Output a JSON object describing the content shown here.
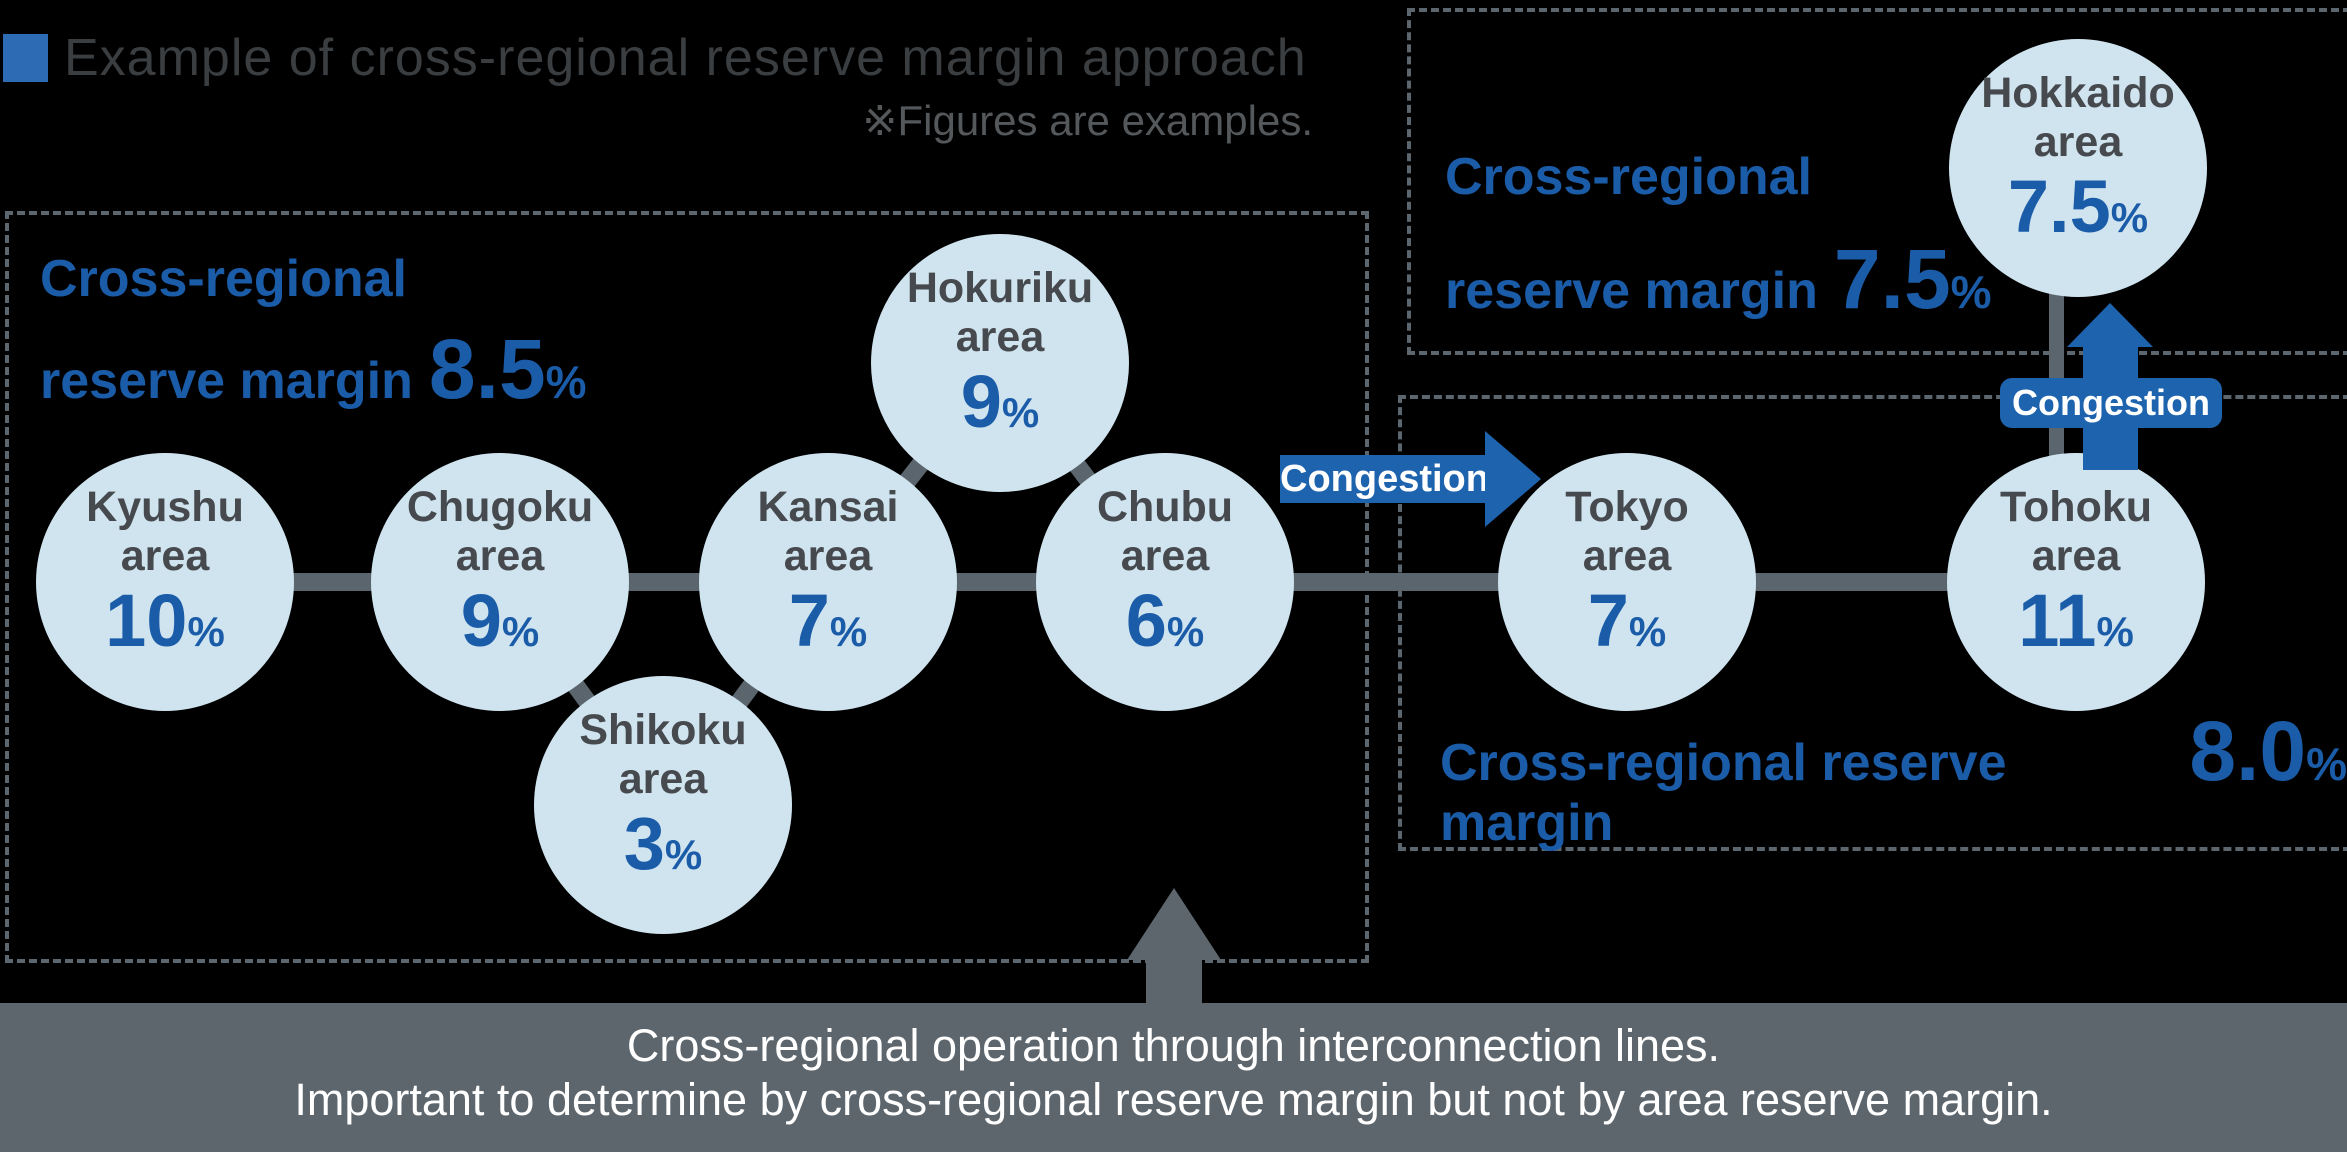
{
  "title": {
    "text": "Example of cross-regional reserve margin approach",
    "note": "※Figures are examples."
  },
  "groups": {
    "west": {
      "label_line1": "Cross-regional",
      "label_line2": "reserve margin",
      "value": "8.5",
      "unit": "%"
    },
    "north": {
      "label_line1": "Cross-regional",
      "label_line2": "reserve margin",
      "value": "7.5",
      "unit": "%"
    },
    "east": {
      "label": "Cross-regional reserve margin",
      "value": "8.0",
      "unit": "%"
    }
  },
  "areas": {
    "kyushu": {
      "name": "Kyushu area",
      "value": "10",
      "unit": "%"
    },
    "chugoku": {
      "name": "Chugoku area",
      "value": "9",
      "unit": "%"
    },
    "shikoku": {
      "name": "Shikoku area",
      "value": "3",
      "unit": "%"
    },
    "kansai": {
      "name": "Kansai area",
      "value": "7",
      "unit": "%"
    },
    "hokuriku": {
      "name": "Hokuriku area",
      "value": "9",
      "unit": "%"
    },
    "chubu": {
      "name": "Chubu area",
      "value": "6",
      "unit": "%"
    },
    "tokyo": {
      "name": "Tokyo area",
      "value": "7",
      "unit": "%"
    },
    "tohoku": {
      "name": "Tohoku area",
      "value": "11",
      "unit": "%"
    },
    "hokkaido": {
      "name": "Hokkaido area",
      "value": "7.5",
      "unit": "%"
    }
  },
  "congestion": {
    "right_label": "Congestion",
    "up_label": "Congestion"
  },
  "footer": {
    "line1": "Cross-regional operation through interconnection lines.",
    "line2": "Important to determine by cross-regional reserve margin but not by area reserve margin."
  },
  "colors": {
    "accent_blue": "#1b5ca9",
    "arrow_blue": "#1e63ae",
    "bullet_blue": "#2d6cb5",
    "circle_fill": "#cfe4ef",
    "circle_text": "#46494d",
    "line_gray": "#5b656d",
    "bar_gray": "#5d666d",
    "background": "#000000"
  }
}
